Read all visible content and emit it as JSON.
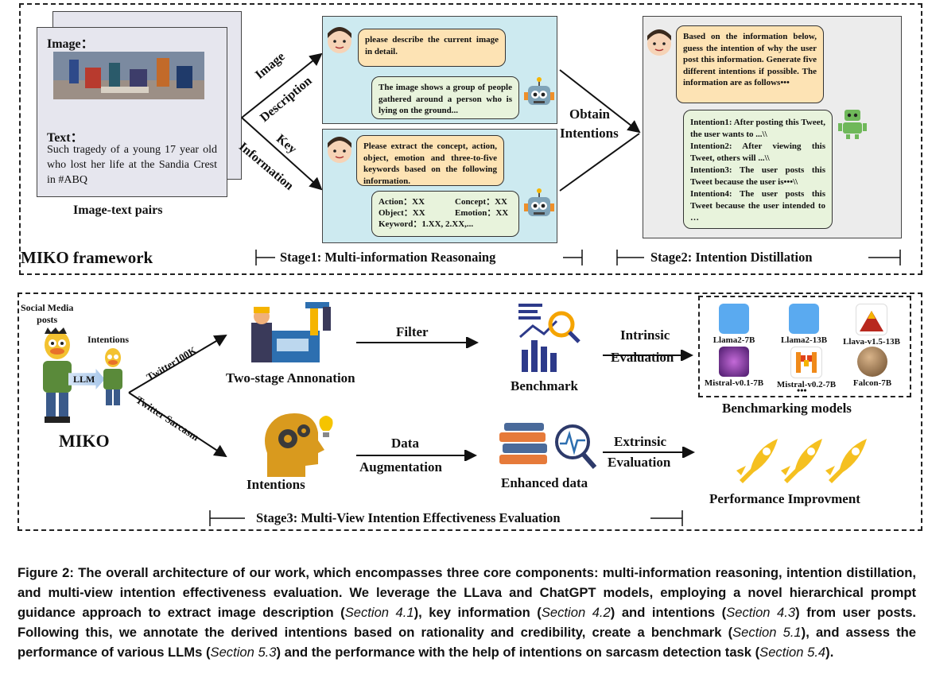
{
  "top": {
    "image_label": "Image：",
    "text_label": "Text：",
    "text_body": "Such tragedy of a young 17 year old who lost her life at the Sandia Crest in #ABQ",
    "pairs_label": "Image-text pairs",
    "framework_label": "MIKO framework",
    "arrow_image_desc": [
      "Image",
      "Description"
    ],
    "arrow_key_info": [
      "Key",
      "Information"
    ],
    "q1": "please describe the current image in detail.",
    "a1": "The image shows a group of people gathered around a person who is lying on the ground...",
    "q2": "Please extract the concept, action, object, emotion and three-to-five keywords based on the following information.",
    "a2": {
      "action": "Action：XX",
      "concept": "Concept：XX",
      "object": "Object：XX",
      "emotion": "Emotion：XX",
      "keyword": "Keyword：1.XX, 2.XX,..."
    },
    "obtain": [
      "Obtain",
      "Intentions"
    ],
    "q3": "Based on the information below, guess the intention of why the user post this information. Generate five different intentions if possible. The information are as follows•••",
    "a3": [
      "Intention1: After posting this Tweet, the user wants to ...\\\\",
      "Intention2: After viewing this Tweet, others will ...\\\\",
      "Intention3: The user posts this Tweet because the user is•••\\\\",
      "Intention4: The user posts this Tweet because the user intended to …"
    ],
    "stage1": "Stage1: Multi-information Reasonaing",
    "stage2": "Stage2: Intention Distillation"
  },
  "bottom": {
    "social": [
      "Social Media",
      "posts"
    ],
    "intentions_small": "Intentions",
    "llm": "LLM",
    "miko": "MIKO",
    "twitter100k": "Twitter100K",
    "twitter_sarcasm": "Twitter Sarcasm",
    "annotation": "Two-stage Annonation",
    "filter": "Filter",
    "benchmark": "Benchmark",
    "intrinsic": [
      "Intrinsic",
      "Evaluation"
    ],
    "models": [
      "Llama2-7B",
      "Llama2-13B",
      "Llava-v1.5-13B",
      "Mistral-v0.1-7B",
      "Mistral-v0.2-7B",
      "Falcon-7B"
    ],
    "ellipsis": "•••",
    "bench_models": "Benchmarking models",
    "intentions": "Intentions",
    "data_aug": [
      "Data",
      "Augmentation"
    ],
    "enhanced": "Enhanced data",
    "extrinsic": [
      "Extrinsic",
      "Evaluation"
    ],
    "performance": "Performance Improvment",
    "stage3": "Stage3: Multi-View Intention Effectiveness Evaluation"
  },
  "caption": {
    "p1": "Figure 2: The overall architecture of our work, which encompasses three core components: multi-information reasoning, intention distillation, and multi-view intention effectiveness evaluation. We leverage the LLava and ChatGPT models, employing a novel hierarchical prompt guidance approach to extract image description (",
    "s1": "Section 4.1",
    "p2": "), key information (",
    "s2": "Section 4.2",
    "p3": ") and intentions (",
    "s3": "Section 4.3",
    "p4": ") from user posts. Following this, we annotate the derived intentions based on rationality and credibility, create a benchmark (",
    "s4": "Section 5.1",
    "p5": "), and assess the performance of various LLMs (",
    "s5": "Section 5.3",
    "p6": ") and the performance with the help of intentions on sarcasm detection task (",
    "s6": "Section 5.4",
    "p7": ")."
  },
  "colors": {
    "panel_blue": "#cdeaf0",
    "panel_gray": "#ececec",
    "bubble_yellow": "#fde3b4",
    "bubble_green": "#e8f3dc",
    "accent_orange": "#f5b400"
  }
}
